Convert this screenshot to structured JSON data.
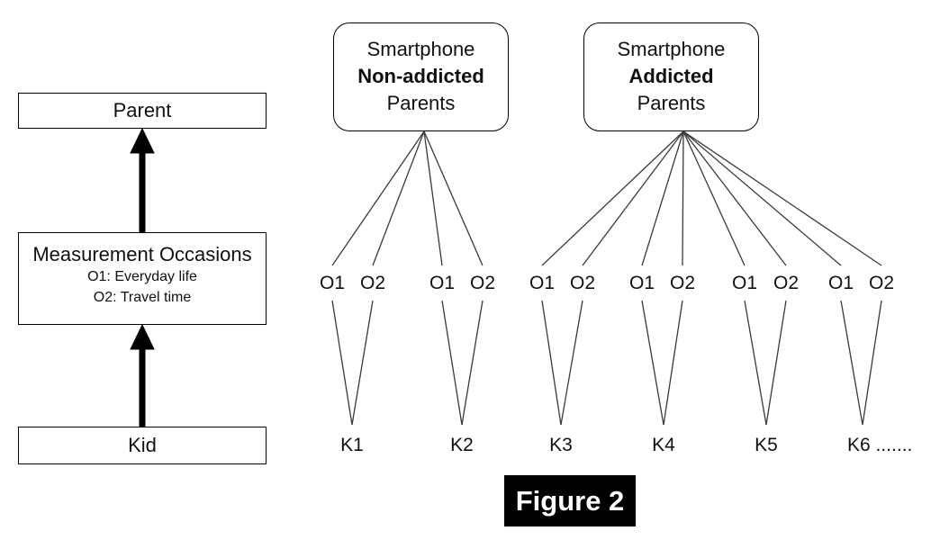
{
  "figure_label": "Figure 2",
  "left_panel": {
    "parent_label": "Parent",
    "measurement_box": {
      "title": "Measurement Occasions",
      "o1_description": "O1: Everyday life",
      "o2_description": "O2: Travel time"
    },
    "kid_label": "Kid"
  },
  "groups": [
    {
      "line1": "Smartphone",
      "line2_bold": "Non-addicted",
      "line3": "Parents"
    },
    {
      "line1": "Smartphone",
      "line2_bold": "Addicted",
      "line3": "Parents"
    }
  ],
  "occasion_labels": [
    "O1",
    "O2",
    "O1",
    "O2",
    "O1",
    "O2",
    "O1",
    "O2",
    "O1",
    "O2",
    "O1",
    "O2"
  ],
  "kid_labels": [
    "K1",
    "K2",
    "K3",
    "K4",
    "K5",
    "K6 ......."
  ],
  "colors": {
    "line": "#3a3a3a",
    "arrow": "#000000",
    "border": "#000000",
    "text": "#111111",
    "background": "#ffffff",
    "caption_bg": "#000000",
    "caption_text": "#ffffff"
  }
}
